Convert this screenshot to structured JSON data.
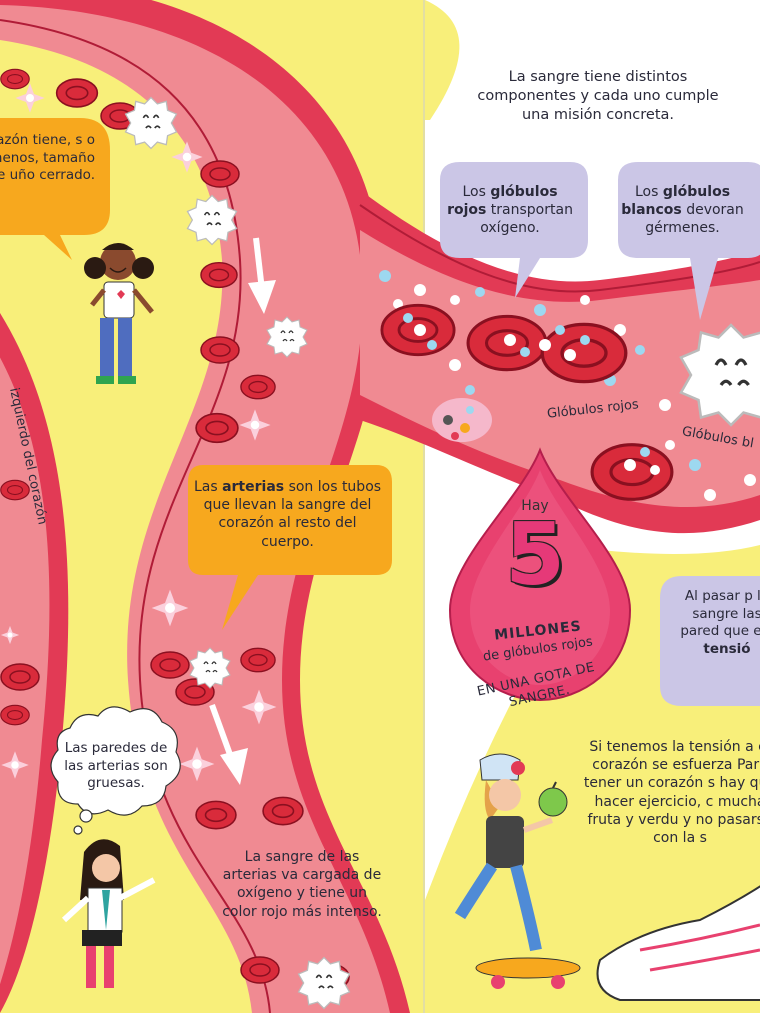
{
  "intro": "La sangre tiene distintos componentes y cada uno cumple una misión concreta.",
  "bubble_red": {
    "pre": "Los",
    "bold": "glóbulos rojos",
    "post": "transportan oxígeno."
  },
  "bubble_white": {
    "pre": "Los",
    "bold": "glóbulos blancos",
    "post": "devoran gérmenes."
  },
  "bubble_heart": "razón tiene, s o menos, tamaño de uño cerrado.",
  "bubble_arteries": {
    "pre": "Las",
    "bold": "arterias",
    "post": "son los tubos que llevan la sangre del corazón al resto del cuerpo."
  },
  "bubble_walls": "Las paredes de las arterias son gruesas.",
  "bubble_tension": {
    "pre": "Al pasar p la sangre las pared que eje",
    "bold": "tensió"
  },
  "paragraph_blood": "La sangre de las arterias va cargada de oxígeno y tiene un color rojo más intenso.",
  "paragraph_health": "Si tenemos la tensión a el corazón se esfuerza Para tener un corazón s hay que hacer ejercicio, c mucha fruta y verdu y no pasarse con la s",
  "label_red_cells": "Glóbulos rojos",
  "label_white_cells": "Glóbulos bl",
  "side_label": "izquierdo del corazón",
  "drop": {
    "hay": "Hay",
    "number": "5",
    "millones": "MILLONES",
    "de": "de glóbulos rojos",
    "gota": "EN UNA GOTA DE SANGRE."
  },
  "colors": {
    "background_yellow": "#f8ef7a",
    "page_white": "#ffffff",
    "artery_red": "#e23a55",
    "artery_inner": "#f08a92",
    "cell_red": "#d92b3b",
    "bubble_orange": "#f7a81e",
    "bubble_lilac": "#cbc6e6",
    "drop_pink": "#e8416f"
  }
}
